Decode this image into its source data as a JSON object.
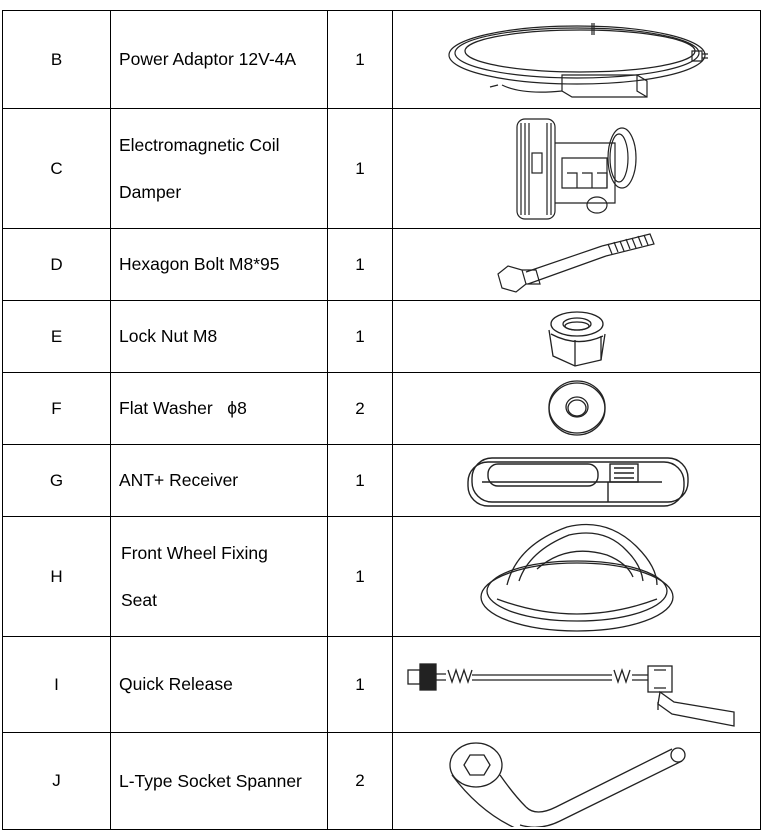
{
  "rows": [
    {
      "letter": "B",
      "name": "Power Adaptor 12V-4A",
      "qty": "1",
      "icon": "power-adaptor-icon"
    },
    {
      "letter": "C",
      "name": "Electromagnetic Coil Damper",
      "name_line1": "Electromagnetic Coil",
      "name_line2": "Damper",
      "qty": "1",
      "icon": "coil-damper-icon"
    },
    {
      "letter": "D",
      "name": "Hexagon Bolt M8*95",
      "qty": "1",
      "icon": "hexagon-bolt-icon"
    },
    {
      "letter": "E",
      "name": "Lock Nut M8",
      "qty": "1",
      "icon": "lock-nut-icon"
    },
    {
      "letter": "F",
      "name": "Flat Washer   ϕ8",
      "qty": "2",
      "icon": "flat-washer-icon"
    },
    {
      "letter": "G",
      "name": "ANT+ Receiver",
      "qty": "1",
      "icon": "ant-receiver-icon"
    },
    {
      "letter": "H",
      "name": "Front Wheel Fixing Seat",
      "name_line1": "Front Wheel Fixing",
      "name_line2": "Seat",
      "qty": "1",
      "icon": "front-wheel-seat-icon"
    },
    {
      "letter": "I",
      "name": "Quick Release",
      "qty": "1",
      "icon": "quick-release-icon"
    },
    {
      "letter": "J",
      "name": "L-Type Socket Spanner",
      "qty": "2",
      "icon": "socket-spanner-icon"
    }
  ]
}
